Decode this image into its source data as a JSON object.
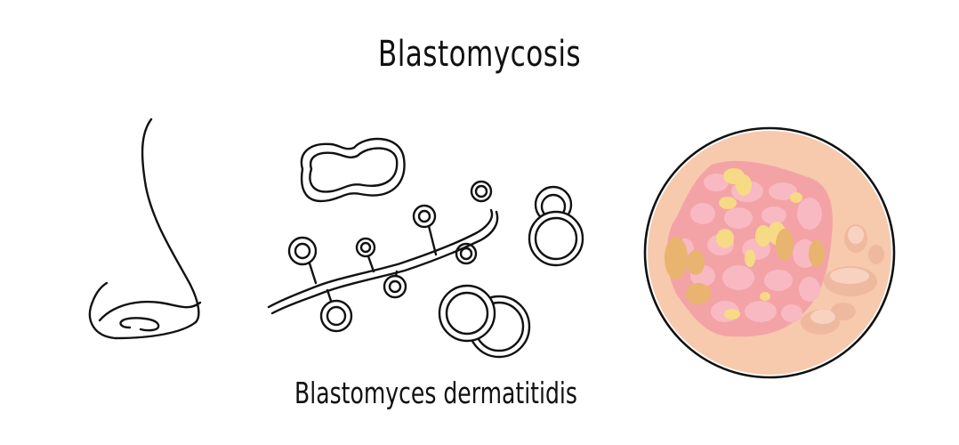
{
  "title": "Blastomycosis",
  "caption": "Blastomyces dermatitidis",
  "illustrations": [
    {
      "name": "nose-outline",
      "description": "line drawing of a human nose in profile"
    },
    {
      "name": "fungus-hyphae",
      "description": "line drawing of fungal hyphae with conidia and budding yeast cells"
    },
    {
      "name": "skin-lesion-closeup",
      "description": "circular magnified view of verrucous skin lesion"
    }
  ],
  "colors": {
    "ink": "#111111",
    "skin": "#f7c9ad",
    "lesion_pink": "#f3a3a6",
    "nodule_pink": "#f8b9c2",
    "pus_yellow": "#f6da86",
    "crust_orange": "#e8b46f",
    "bump_tan": "#efb9a0"
  }
}
